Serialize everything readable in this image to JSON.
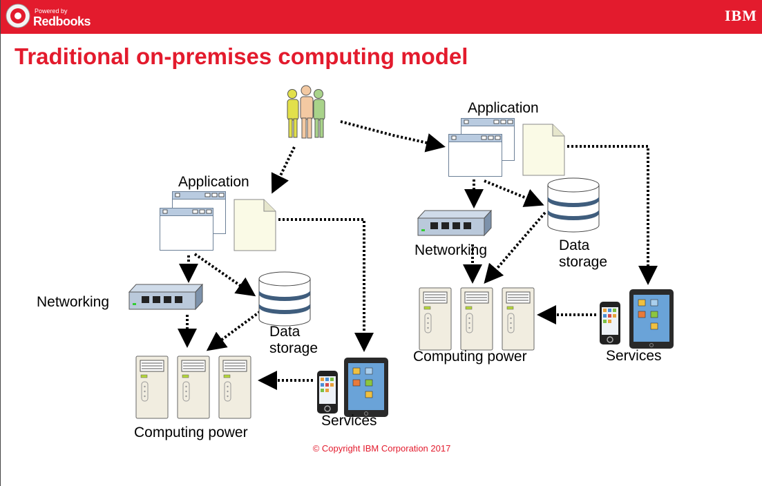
{
  "header": {
    "logo_powered_by": "Powered by",
    "logo_brand": "Redbooks",
    "company_logo": "IBM",
    "bar_color": "#e31b2d"
  },
  "title": "Traditional on-premises computing model",
  "diagram": {
    "left": {
      "application": "Application",
      "networking": "Networking",
      "data_storage_line1": "Data",
      "data_storage_line2": "storage",
      "computing_power": "Computing power",
      "services": "Services"
    },
    "right": {
      "application": "Application",
      "networking": "Networking",
      "data_storage_line1": "Data",
      "data_storage_line2": "storage",
      "computing_power": "Computing power",
      "services": "Services"
    },
    "icons": [
      "users-icon",
      "application-window-icon",
      "document-icon",
      "network-switch-icon",
      "database-icon",
      "server-icon",
      "smartphone-icon",
      "tablet-icon"
    ]
  },
  "footer": {
    "copyright": "© Copyright IBM Corporation 2017"
  }
}
